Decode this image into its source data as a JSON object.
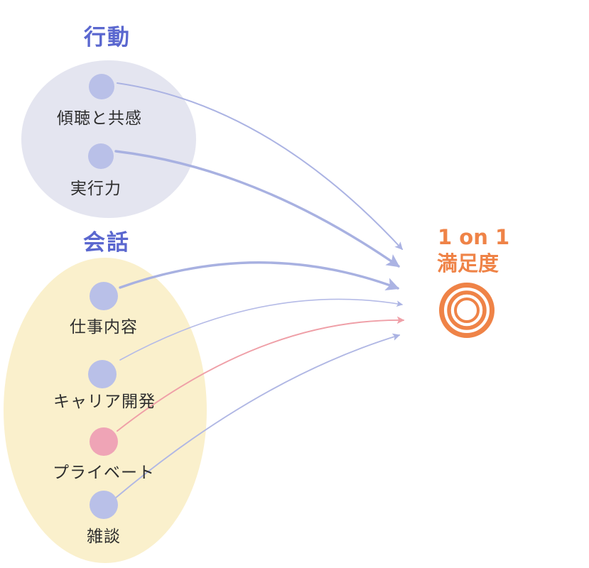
{
  "diagram": {
    "background": "#ffffff",
    "label_color": "#2e2e2e",
    "groups": [
      {
        "label": "行動",
        "label_color": "#5a67cf",
        "fill": "#e4e5f0",
        "items": [
          {
            "label": "傾聴と共感",
            "dot_color": "#b9c0e8"
          },
          {
            "label": "実行力",
            "dot_color": "#b9c0e8"
          }
        ]
      },
      {
        "label": "会話",
        "label_color": "#5a67cf",
        "fill": "#faf0cc",
        "items": [
          {
            "label": "仕事内容",
            "dot_color": "#b9c0e8"
          },
          {
            "label": "キャリア開発",
            "dot_color": "#b9c0e8"
          },
          {
            "label": "プライベート",
            "dot_color": "#efa4b6"
          },
          {
            "label": "雑談",
            "dot_color": "#b9c0e8"
          }
        ]
      }
    ],
    "target": {
      "title_line1": "1 on 1",
      "title_line2": "満足度",
      "color": "#ef8347",
      "icon": "concentric-circles-icon"
    },
    "edges": [
      {
        "from": "傾聴と共感",
        "to": "1 on 1 満足度",
        "color": "#abb3e3",
        "weight": "medium"
      },
      {
        "from": "実行力",
        "to": "1 on 1 満足度",
        "color": "#a8b1e1",
        "weight": "thick"
      },
      {
        "from": "仕事内容",
        "to": "1 on 1 満足度",
        "color": "#a8b1e1",
        "weight": "thick"
      },
      {
        "from": "キャリア開発",
        "to": "1 on 1 満足度",
        "color": "#b5bbe7",
        "weight": "thin"
      },
      {
        "from": "プライベート",
        "to": "1 on 1 満足度",
        "color": "#ef9fa7",
        "weight": "thin"
      },
      {
        "from": "雑談",
        "to": "1 on 1 満足度",
        "color": "#b0b7e4",
        "weight": "thin"
      }
    ]
  }
}
